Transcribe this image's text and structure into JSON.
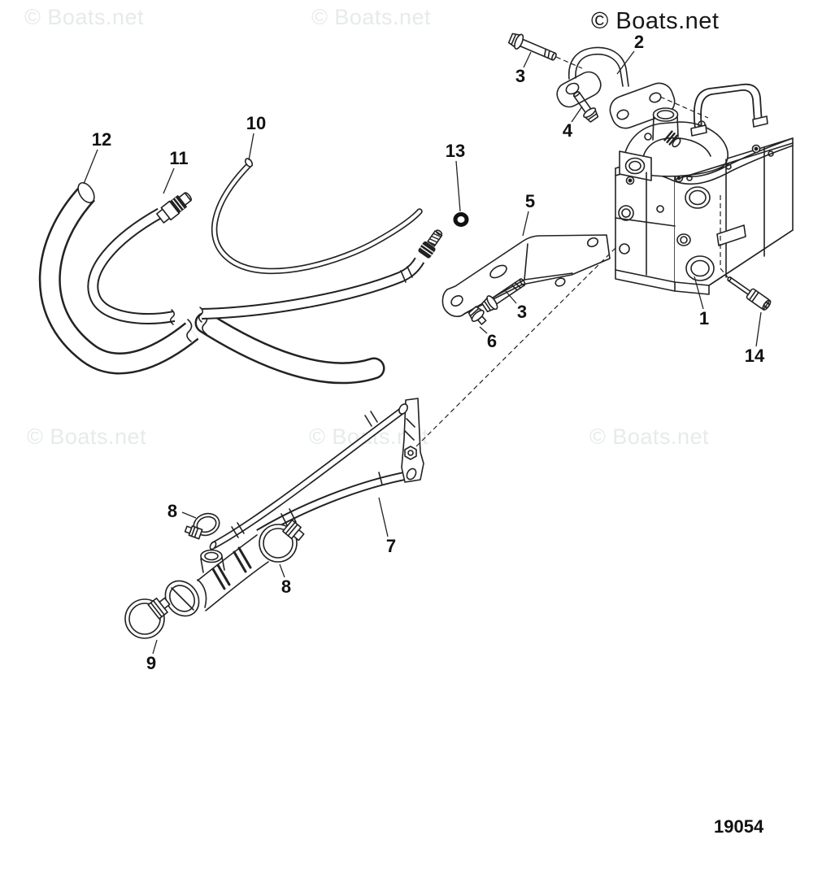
{
  "watermark": {
    "text": "© Boats.net",
    "light_color": "#e6ebe9",
    "dark_color": "#161616"
  },
  "artwork": {
    "line_color": "#222222",
    "background_color": "#ffffff"
  },
  "diagram": {
    "number": "19054",
    "callouts": {
      "c1": "1",
      "c2": "2",
      "c3a": "3",
      "c3b": "3",
      "c4": "4",
      "c5": "5",
      "c6": "6",
      "c7": "7",
      "c8a": "8",
      "c8b": "8",
      "c9": "9",
      "c10": "10",
      "c11": "11",
      "c12": "12",
      "c13": "13",
      "c14": "14"
    }
  }
}
